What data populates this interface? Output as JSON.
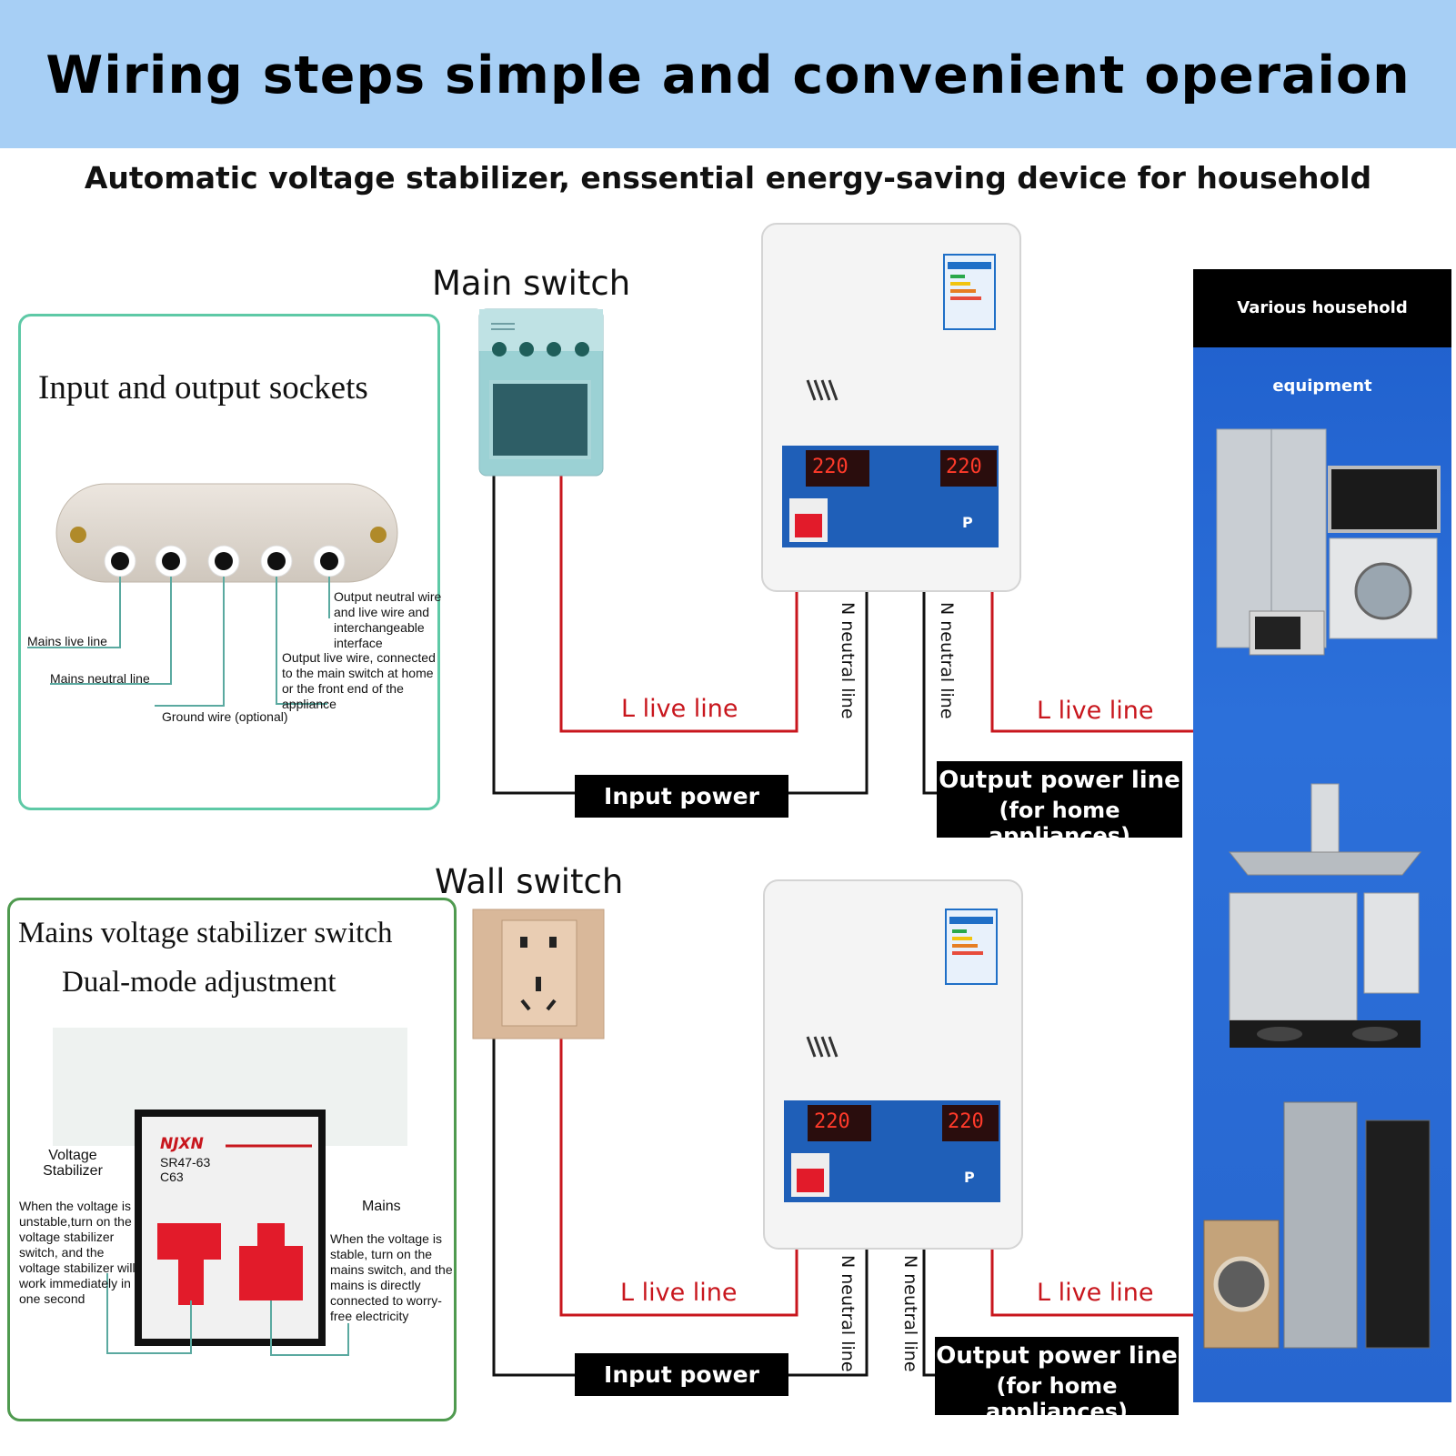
{
  "header": {
    "title": "Wiring steps simple and convenient operaion",
    "subtitle": "Automatic voltage stabilizer, enssential energy-saving device for household"
  },
  "sockets_box": {
    "title": "Input and output sockets",
    "labels": {
      "mains_live": "Mains live line",
      "mains_neutral": "Mains neutral line",
      "ground": "Ground wire (optional)",
      "output_live": "Output live wire, connected to the main switch at home or the front end of the appliance",
      "output_neutral": "Output neutral wire and live wire and interchangeable interface"
    }
  },
  "switch_box": {
    "title_line1": "Mains voltage stabilizer switch",
    "title_line2": "Dual-mode adjustment",
    "breaker_brand": "NJXN",
    "breaker_model": "SR47-63",
    "breaker_rating": "C63",
    "left_heading": "Voltage Stabilizer",
    "left_text": "When the voltage is unstable,turn on the voltage stabilizer switch, and the voltage stabilizer will work immediately in one second",
    "right_heading": "Mains",
    "right_text": "When the voltage is stable, turn on the mains switch, and the mains is directly connected to worry-free electricity"
  },
  "top_diagram": {
    "switch_label": "Main switch",
    "l_live_in": "L live line",
    "n_neutral_in": "N neutral line",
    "n_neutral_out": "N neutral line",
    "l_live_out": "L live line",
    "input_cord": "Input power cord",
    "output_line": "Output power line",
    "output_sub": "(for home appliances)"
  },
  "bottom_diagram": {
    "switch_label": "Wall switch",
    "l_live_in": "L live line",
    "n_neutral_in": "N neutral line",
    "n_neutral_out": "N neutral line",
    "l_live_out": "L live line",
    "input_cord": "Input power cord",
    "output_line": "Output power line",
    "output_sub": "(for home appliances)"
  },
  "equipment_panel": {
    "title": "Various household equipment"
  },
  "stabilizer_display": {
    "left_reading": "220",
    "right_reading": "220",
    "mode": "P"
  },
  "colors": {
    "banner": "#a7cff5",
    "live_wire": "#c8161d",
    "neutral_wire": "#111111",
    "equipment_panel": "#2766cf",
    "box_border": "#5ec9a6"
  }
}
